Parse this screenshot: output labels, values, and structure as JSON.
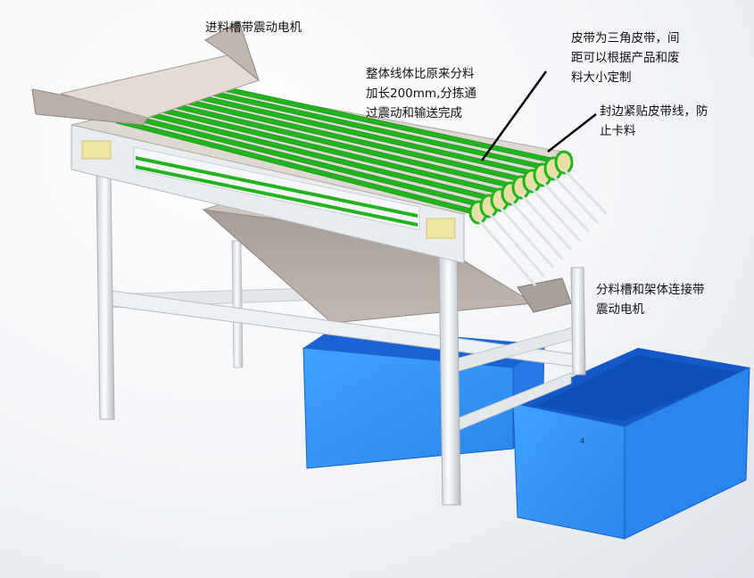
{
  "annotations": {
    "feed_motor": "进料槽带震动电机",
    "body_lines": [
      "整体线体比原来分料",
      "加长200mm,分拣通",
      "过震动和输送完成"
    ],
    "belt_lines": [
      "皮带为三角皮带，间",
      "距可以根据产品和废",
      "料大小定制"
    ],
    "edge_lines": [
      "封边紧贴皮带线，防",
      "止卡料"
    ],
    "frame_lines": [
      "分料槽和架体连接带",
      "震动电机"
    ],
    "bin_mark": "4"
  },
  "colors": {
    "belt_green": "#22b41e",
    "belt_roller": "#e9e0a5",
    "frame": "#e8ecef",
    "chute": "#b4aca4",
    "bin_blue": "#2f8ef0",
    "bin_dark": "#1662d3"
  },
  "icons": {
    "arrows": "pointer-line"
  }
}
